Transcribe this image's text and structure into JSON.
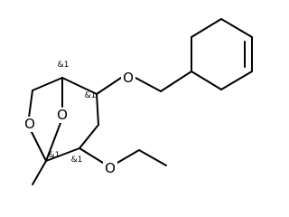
{
  "molecule": {
    "atoms": {
      "o_ether": "O",
      "o_ring": "O",
      "o_bridge": "O",
      "o_ethoxy": "O"
    },
    "stereo": {
      "c_bridgehead_top": "&1",
      "c_cyclohexenylmethoxy": "&1",
      "c_bridgehead_bottom": "&1",
      "c_ethoxy": "&1"
    }
  }
}
